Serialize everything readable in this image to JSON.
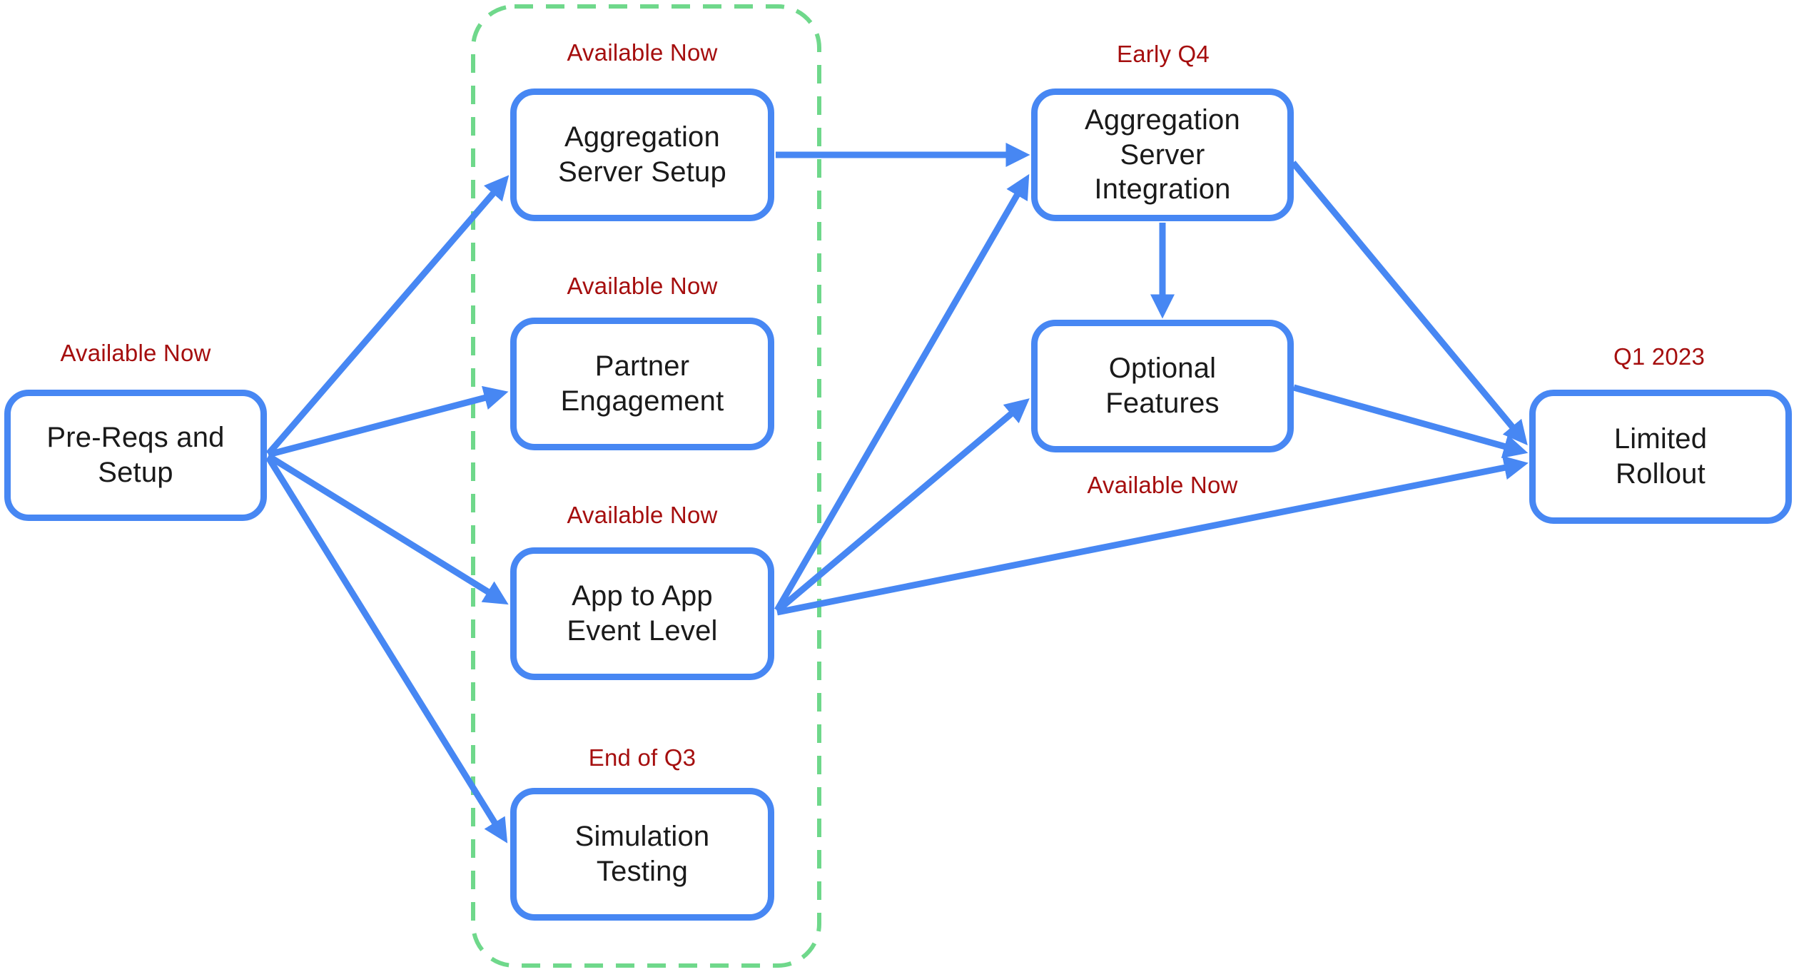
{
  "diagram": {
    "colors": {
      "node_border": "#4787F3",
      "arrow": "#4787F3",
      "timing_text": "#A50E0E",
      "group_border": "#6FD88B",
      "node_text": "#1a1a1a"
    },
    "nodes": [
      {
        "id": "pre_reqs_setup",
        "label": "Pre-Reqs and\nSetup",
        "timing": "Available Now"
      },
      {
        "id": "aggregation_server_setup",
        "label": "Aggregation\nServer Setup",
        "timing": "Available Now"
      },
      {
        "id": "partner_engagement",
        "label": "Partner\nEngagement",
        "timing": "Available Now"
      },
      {
        "id": "app_to_app_event_level",
        "label": "App to App\nEvent Level",
        "timing": "Available Now"
      },
      {
        "id": "simulation_testing",
        "label": "Simulation\nTesting",
        "timing": "End of Q3"
      },
      {
        "id": "aggregation_server_integration",
        "label": "Aggregation\nServer\nIntegration",
        "timing": "Early Q4"
      },
      {
        "id": "optional_features",
        "label": "Optional\nFeatures",
        "timing": "Available Now",
        "timing_position": "below"
      },
      {
        "id": "limited_rollout",
        "label": "Limited\nRollout",
        "timing": "Q1 2023"
      }
    ],
    "group": {
      "members": [
        "aggregation_server_setup",
        "partner_engagement",
        "app_to_app_event_level",
        "simulation_testing"
      ]
    },
    "edges": [
      {
        "from": "pre_reqs_setup",
        "to": "aggregation_server_setup"
      },
      {
        "from": "pre_reqs_setup",
        "to": "partner_engagement"
      },
      {
        "from": "pre_reqs_setup",
        "to": "app_to_app_event_level"
      },
      {
        "from": "pre_reqs_setup",
        "to": "simulation_testing"
      },
      {
        "from": "aggregation_server_setup",
        "to": "aggregation_server_integration"
      },
      {
        "from": "app_to_app_event_level",
        "to": "aggregation_server_integration"
      },
      {
        "from": "app_to_app_event_level",
        "to": "optional_features"
      },
      {
        "from": "app_to_app_event_level",
        "to": "limited_rollout"
      },
      {
        "from": "aggregation_server_integration",
        "to": "optional_features"
      },
      {
        "from": "aggregation_server_integration",
        "to": "limited_rollout"
      },
      {
        "from": "optional_features",
        "to": "limited_rollout"
      }
    ]
  }
}
